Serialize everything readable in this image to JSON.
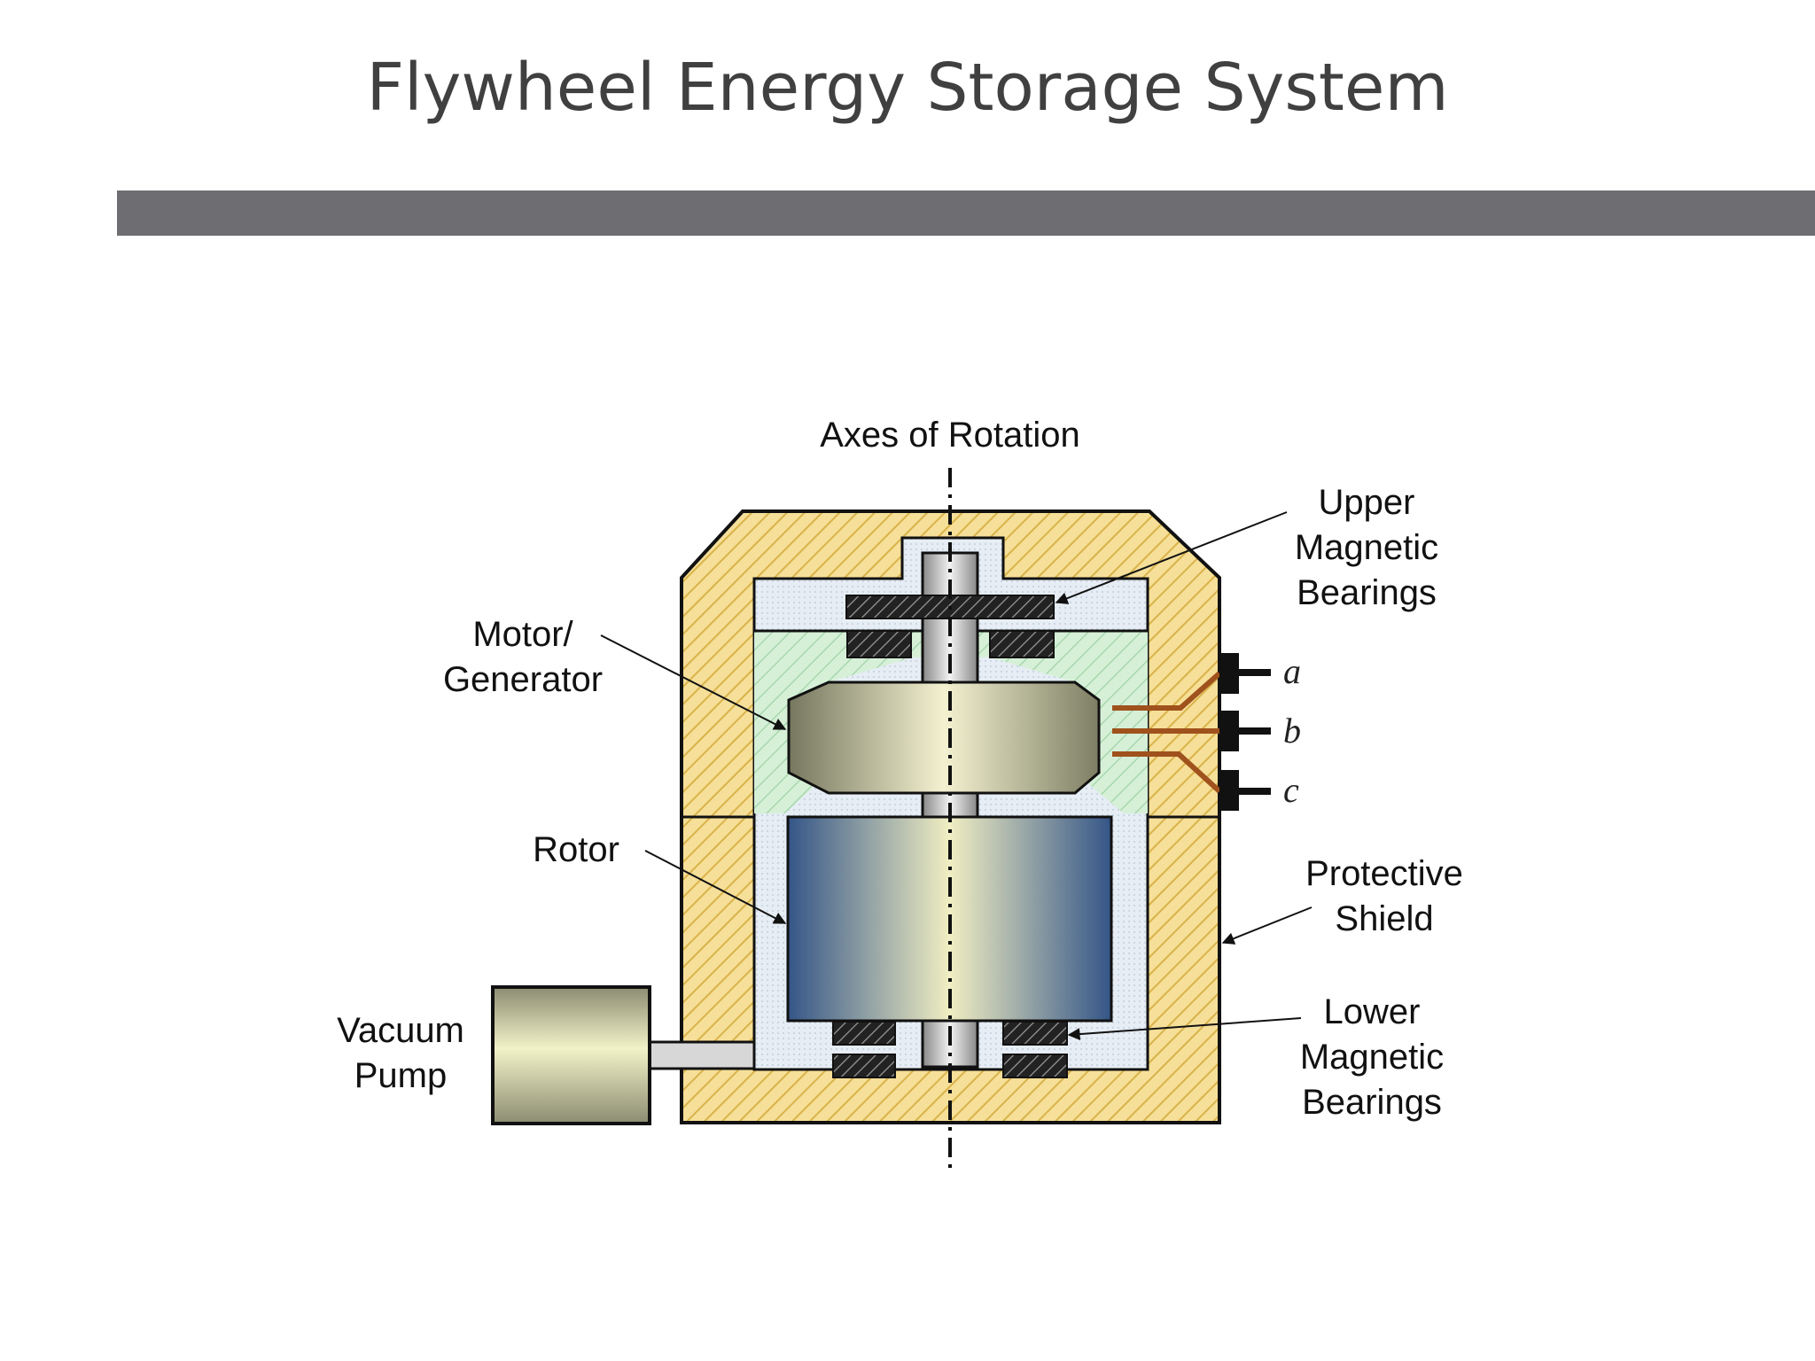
{
  "slide": {
    "title": "Flywheel Energy Storage System"
  },
  "diagram": {
    "labels": {
      "axes_of_rotation": "Axes of Rotation",
      "upper_bearings": [
        "Upper",
        "Magnetic",
        "Bearings"
      ],
      "motor_generator": [
        "Motor/",
        "Generator"
      ],
      "rotor": "Rotor",
      "protective_shield": [
        "Protective",
        "Shield"
      ],
      "vacuum_pump": [
        "Vacuum",
        "Pump"
      ],
      "lower_bearings": [
        "Lower",
        "Magnetic",
        "Bearings"
      ],
      "phases": [
        "a",
        "b",
        "c"
      ]
    },
    "colors": {
      "shield": "#f6df98",
      "shield_hatch": "#d9b34a",
      "vacuum_chamber": "#e4ebf3",
      "stator": "#d6f0d8",
      "rotor_edge": "#345587",
      "rotor_center": "#f0eec2",
      "motor_edge": "#76775f",
      "motor_center": "#f3f1d0",
      "pump": "#e6e6b0",
      "phase_wire": "#a0521d",
      "title_bar": "#6e6d72"
    }
  }
}
